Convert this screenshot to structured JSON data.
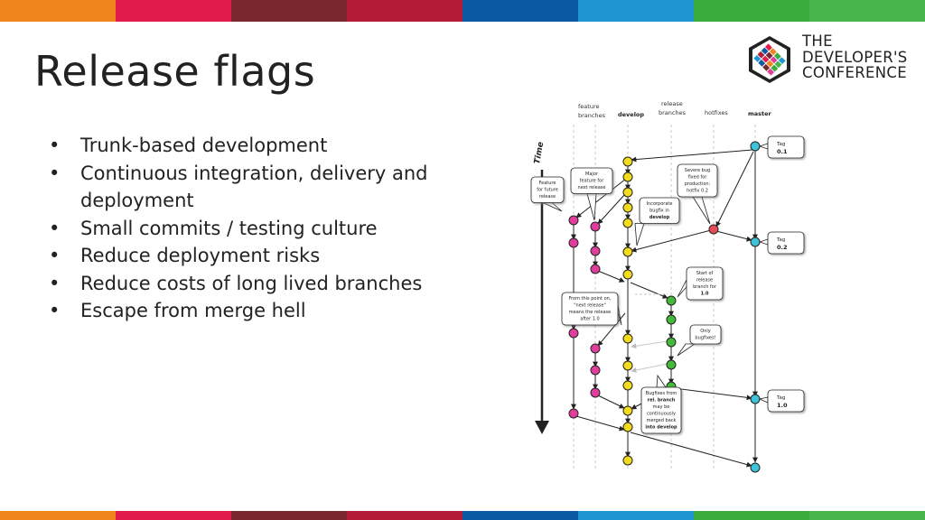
{
  "colors": {
    "stripes": [
      "#f0861b",
      "#e21b4d",
      "#7a2730",
      "#b31c36",
      "#0b5aa2",
      "#1d96d2",
      "#3aab3d",
      "#48b54a"
    ],
    "feature": "#e23c9c",
    "develop": "#f2dc1c",
    "release": "#43b93a",
    "hotfix": "#e64c55",
    "master": "#3fc3d8"
  },
  "slide": {
    "title": "Release flags",
    "bullets": [
      "Trunk-based development",
      "Continuous integration, delivery and deployment",
      "Small commits / testing culture",
      "Reduce deployment risks",
      "Reduce costs of long lived branches",
      "Escape from merge hell"
    ]
  },
  "logo": {
    "line1": "THE",
    "line2": "DEVELOPER'S",
    "line3": "CONFERENCE"
  },
  "diagram": {
    "columns": {
      "feature_l1": "feature",
      "feature_l2": "branches",
      "develop": "develop",
      "release_l1": "release",
      "release_l2": "branches",
      "hotfixes": "hotfixes",
      "master": "master"
    },
    "time_label": "Time",
    "callouts": {
      "feature_future": [
        "Feature",
        "for future",
        "release"
      ],
      "major_feature": [
        "Major",
        "feature for",
        "next release"
      ],
      "severe_bug": [
        "Severe bug",
        "fixed for",
        "production:",
        "hotfix 0.2"
      ],
      "incorporate": [
        "Incorporate",
        "bugfix in",
        "develop"
      ],
      "start_release": [
        "Start of",
        "release",
        "branch for",
        "1.0"
      ],
      "from_this_point": [
        "From this point on,",
        "\"next release\"",
        "means the release",
        "after 1.0"
      ],
      "only_bugfixes": [
        "Only",
        "bugfixes!"
      ],
      "bugfixes_from": [
        "Bugfixes from",
        "rel. branch",
        "may be",
        "continuously",
        "merged back",
        "into develop"
      ]
    },
    "tags": [
      {
        "l1": "Tag",
        "l2": "0.1"
      },
      {
        "l1": "Tag",
        "l2": "0.2"
      },
      {
        "l1": "Tag",
        "l2": "1.0"
      }
    ]
  }
}
